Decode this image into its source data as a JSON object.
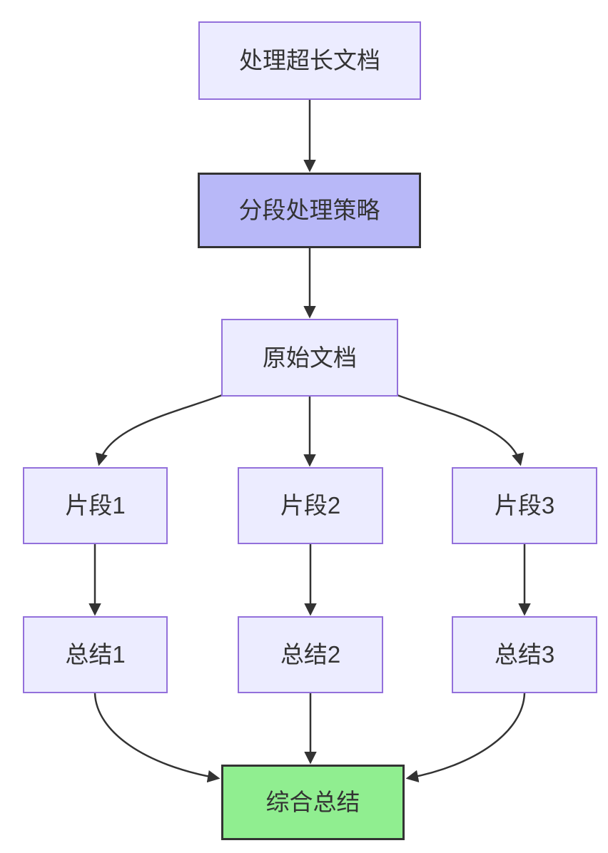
{
  "diagram": {
    "type": "flowchart",
    "direction": "top-down",
    "nodes": {
      "task": {
        "label": "处理超长文档",
        "style": "default"
      },
      "strategy": {
        "label": "分段处理策略",
        "style": "emphasis-purple"
      },
      "source": {
        "label": "原始文档",
        "style": "default"
      },
      "fragment1": {
        "label": "片段1",
        "style": "default"
      },
      "fragment2": {
        "label": "片段2",
        "style": "default"
      },
      "fragment3": {
        "label": "片段3",
        "style": "default"
      },
      "summary1": {
        "label": "总结1",
        "style": "default"
      },
      "summary2": {
        "label": "总结2",
        "style": "default"
      },
      "summary3": {
        "label": "总结3",
        "style": "default"
      },
      "final": {
        "label": "综合总结",
        "style": "emphasis-green"
      }
    },
    "edges": [
      {
        "from": "task",
        "to": "strategy"
      },
      {
        "from": "strategy",
        "to": "source"
      },
      {
        "from": "source",
        "to": "fragment1"
      },
      {
        "from": "source",
        "to": "fragment2"
      },
      {
        "from": "source",
        "to": "fragment3"
      },
      {
        "from": "fragment1",
        "to": "summary1"
      },
      {
        "from": "fragment2",
        "to": "summary2"
      },
      {
        "from": "fragment3",
        "to": "summary3"
      },
      {
        "from": "summary1",
        "to": "final"
      },
      {
        "from": "summary2",
        "to": "final"
      },
      {
        "from": "summary3",
        "to": "final"
      }
    ],
    "colors": {
      "background": "#FFFFFF",
      "node_fill": "#ECECFF",
      "node_border": "#9370DB",
      "emphasis_fill": "#B8B8F8",
      "final_fill": "#90EE90",
      "emphasis_border": "#333333",
      "edge": "#333333",
      "text": "#333333"
    }
  }
}
